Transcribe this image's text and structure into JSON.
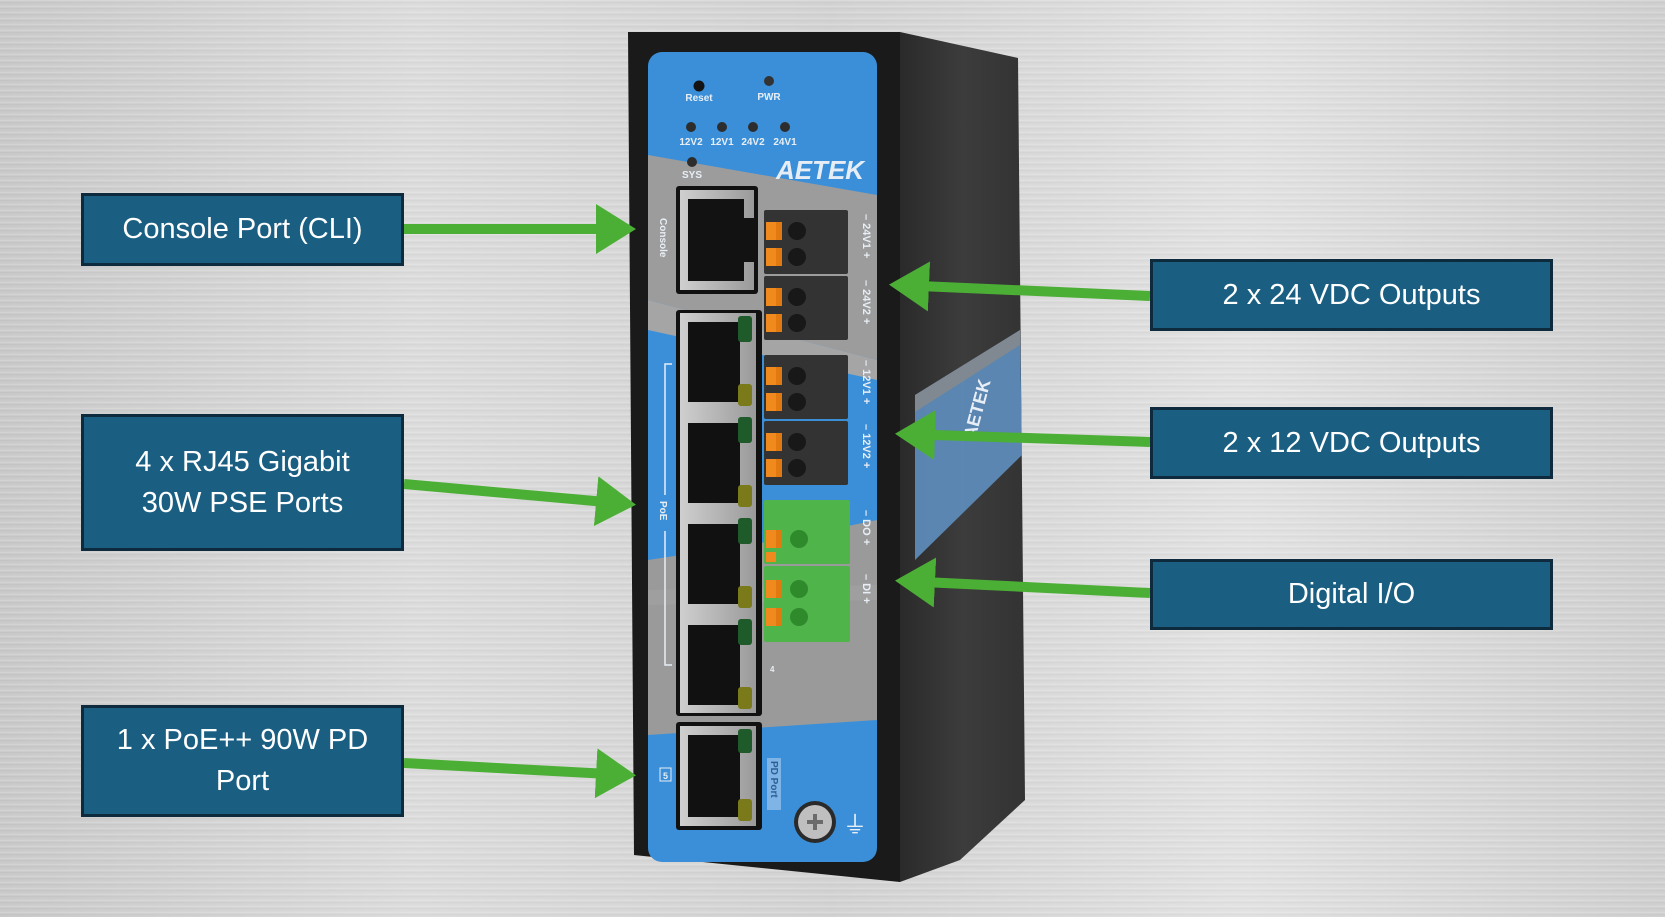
{
  "diagram": {
    "title": "AETEK industrial PoE switch port callouts",
    "colors": {
      "callout_fill": "#1a5f82",
      "callout_border": "#0d2b3c",
      "arrow": "#4caf35",
      "faceplate_blue": "#3a8fd8",
      "faceplate_gray": "#9a9a9a",
      "housing": "#1c1c1c"
    },
    "callouts_left": [
      {
        "id": "console",
        "text": "Console Port (CLI)"
      },
      {
        "id": "pse",
        "text": "4 x RJ45 Gigabit\n30W PSE Ports"
      },
      {
        "id": "pd",
        "text": "1 x PoE++ 90W PD\nPort"
      }
    ],
    "callouts_right": [
      {
        "id": "24v",
        "text": "2 x 24 VDC Outputs"
      },
      {
        "id": "12v",
        "text": "2 x 12 VDC Outputs"
      },
      {
        "id": "dio",
        "text": "Digital I/O"
      }
    ]
  },
  "device": {
    "brand": "AETEK",
    "buttons": {
      "reset": "Reset",
      "pwr": "PWR",
      "sys": "SYS"
    },
    "leds": [
      "12V2",
      "12V1",
      "24V2",
      "24V1"
    ],
    "port_labels": {
      "console": "Console",
      "poe": "PoE",
      "port4": "4",
      "port5": "5",
      "pd_port": "PD Port"
    },
    "terminal_labels": [
      "– 24V1 +",
      "– 24V2 +",
      "– 12V1 +",
      "– 12V2 +",
      "– DO +",
      "– DI +"
    ],
    "ground_symbol": "⏚"
  }
}
